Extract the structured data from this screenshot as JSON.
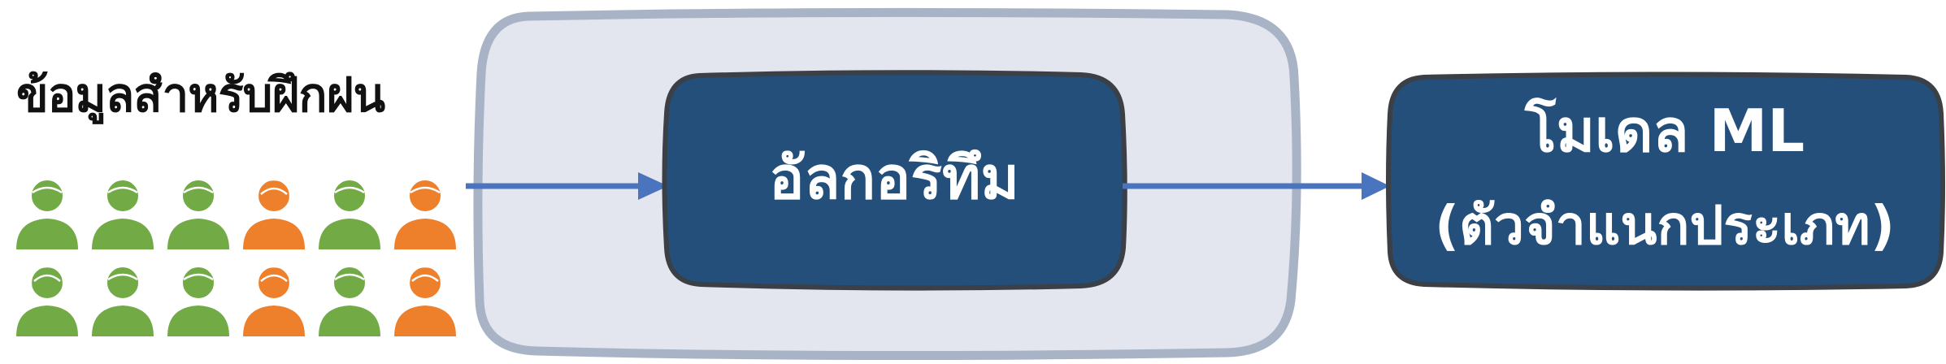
{
  "training_data": {
    "label": "ข้อมูลสำหรับฝึกฝน",
    "people_rows": [
      [
        "green-male",
        "green-male",
        "green-male",
        "orange-female",
        "green-male",
        "orange-male"
      ],
      [
        "green-female",
        "green-male",
        "green-male",
        "orange-female",
        "green-male",
        "orange-female"
      ]
    ]
  },
  "algorithm": {
    "label": "อัลกอริทึม"
  },
  "model": {
    "line1": "โมเดล ML",
    "line2": "(ตัวจำแนกประเภท)"
  },
  "colors": {
    "green": "#72aa46",
    "orange": "#ee7f2b",
    "dark_blue": "#234f7a",
    "container_fill": "#e3e6ee",
    "container_border": "#a8b4c6",
    "arrow": "#4a74bd"
  }
}
